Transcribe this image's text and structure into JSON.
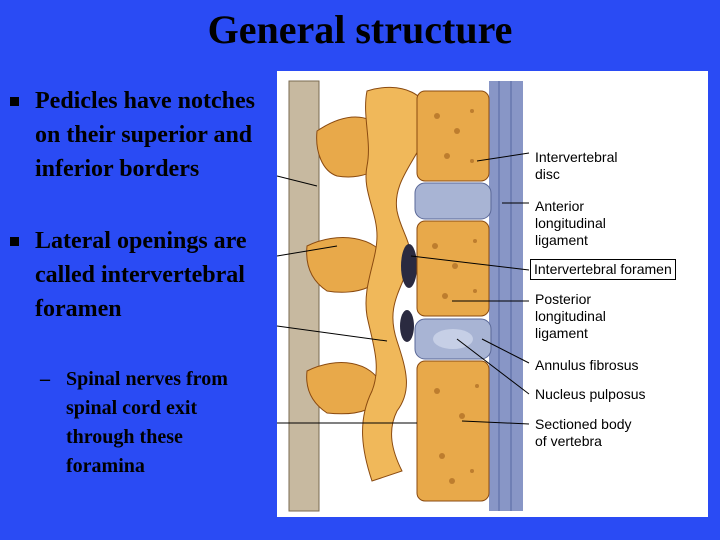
{
  "slide": {
    "title": "General structure",
    "bullets": [
      {
        "text": "Pedicles have notches on their superior and inferior borders"
      },
      {
        "text": "Lateral openings are called intervertebral foramen"
      }
    ],
    "sub_bullet": {
      "dash": "–",
      "text": "Spinal nerves from spinal cord exit through these foramina"
    }
  },
  "figure": {
    "labels": [
      {
        "line1": "Intervertebral",
        "line2": "disc"
      },
      {
        "line1": "Anterior",
        "line2": "longitudinal",
        "line3": "ligament"
      },
      {
        "line1": "Intervertebral foramen"
      },
      {
        "line1": "Posterior",
        "line2": "longitudinal",
        "line3": "ligament"
      },
      {
        "line1": "Annulus fibrosus"
      },
      {
        "line1": "Nucleus pulposus"
      },
      {
        "line1": "Sectioned body",
        "line2": "of vertebra"
      }
    ]
  },
  "colors": {
    "background": "#2a4bf4",
    "bone": "#e8a94a",
    "bone_dark": "#b8681c",
    "disc": "#9aa8c8",
    "ligament": "#8090c0"
  }
}
